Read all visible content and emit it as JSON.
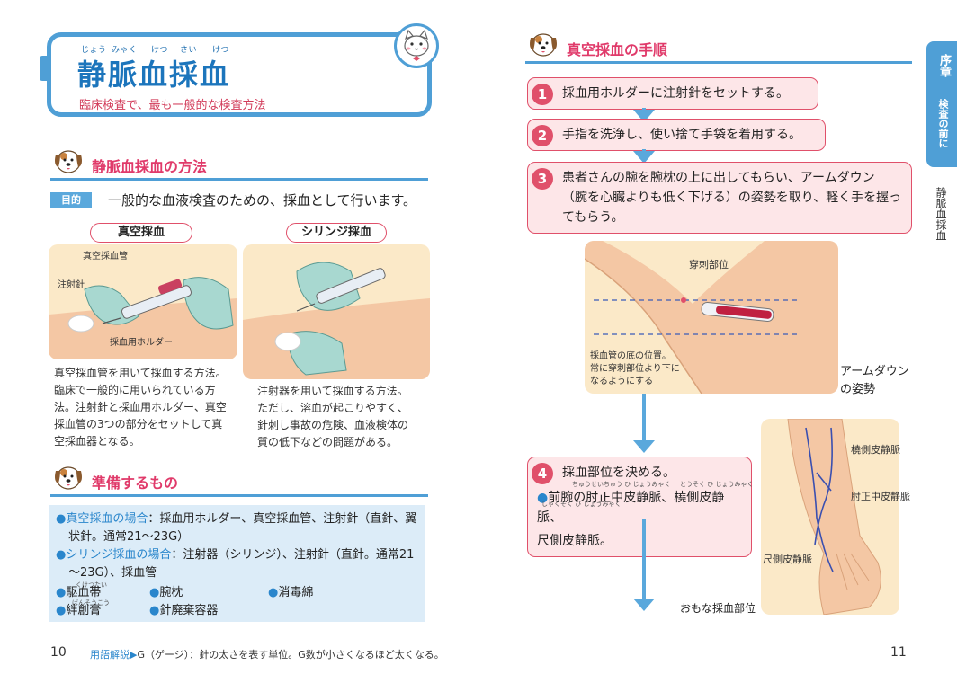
{
  "left": {
    "page_number": "10",
    "title": "静脈血採血",
    "title_ruby": [
      "じょう",
      "みゃく",
      "けつ",
      "さい",
      "けつ"
    ],
    "subtitle": "臨床検査で、最も一般的な検査方法",
    "method_heading": "静脈血採血の方法",
    "purpose_label": "目的",
    "purpose_text": "一般的な血液検査のための、採血として行います。",
    "vacuum": {
      "label": "真空採血",
      "callouts": [
        "真空採血管",
        "注射針",
        "採血用ホルダー"
      ],
      "description": [
        "真空採血管を用いて採血する方法。",
        "臨床で一般的に用いられている方",
        "法。注射針と採血用ホルダー、真空",
        "採血管の3つの部分をセットして真",
        "空採血器となる。"
      ]
    },
    "syringe": {
      "label": "シリンジ採血",
      "description": [
        "注射器を用いて採血する方法。",
        "ただし、溶血が起こりやすく、",
        "針刺し事故の危険、血液検体の",
        "質の低下などの問題がある。"
      ]
    },
    "prep_heading": "準備するもの",
    "prep": {
      "line1_key": "真空採血の場合",
      "line1_text": "：採血用ホルダー、真空採血管、注射針（直針、翼",
      "line2_text": "状針。通常21～23G）",
      "line3_key": "シリンジ採血の場合",
      "line3_text": "：注射器（シリンジ）、注射針（直針。通常21",
      "line4_text": "～23G）、採血管",
      "items": [
        "駆血帯",
        "腕枕",
        "消毒綿",
        "絆創膏",
        "針廃棄容器"
      ],
      "ruby_kuketsu": "くけつたい",
      "ruby_bansou": "ばんそうこう"
    },
    "footnote_label": "用語解説",
    "footnote_text": "G（ゲージ）：針の太さを表す単位。G数が小さくなるほど太くなる。"
  },
  "right": {
    "page_number": "11",
    "heading": "真空採血の手順",
    "side_tab": [
      "序章",
      "検査の前に"
    ],
    "side_label": "静脈血採血",
    "steps": [
      {
        "num": "1",
        "lines": [
          "採血用ホルダーに注射針をセットする。"
        ]
      },
      {
        "num": "2",
        "lines": [
          "手指を洗浄し、使い捨て手袋を着用する。"
        ]
      },
      {
        "num": "3",
        "lines": [
          "患者さんの腕を腕枕の上に出してもらい、アームダウン",
          "（腕を心臓よりも低く下げる）の姿勢を取り、軽く手を握っ",
          "てもらう。"
        ]
      },
      {
        "num": "4",
        "lines": [
          "採血部位を決める。"
        ],
        "sub": [
          "前腕の肘正中皮静脈、橈側皮静脈、",
          "尺側皮静脈。"
        ]
      }
    ],
    "step4_ruby": [
      "ちゅうせいちゅう ひ じょうみゃく",
      "とうそく ひ じょうみゃく",
      "しゃくそく ひ じょうみゃく"
    ],
    "arm_callouts": [
      "穿刺部位",
      "採血管の底の位置。",
      "常に穿刺部位より下に",
      "なるようにする"
    ],
    "arm_caption": [
      "アームダウン",
      "の姿勢"
    ],
    "vein_callouts": [
      "橈側皮静脈",
      "肘正中皮静脈",
      "尺側皮静脈"
    ],
    "vein_caption": "おもな採血部位"
  },
  "colors": {
    "accent_blue": "#4f9fd6",
    "accent_pink": "#e0506a",
    "step_bg": "#fde6e8",
    "illus_bg": "#fbe9c8"
  }
}
